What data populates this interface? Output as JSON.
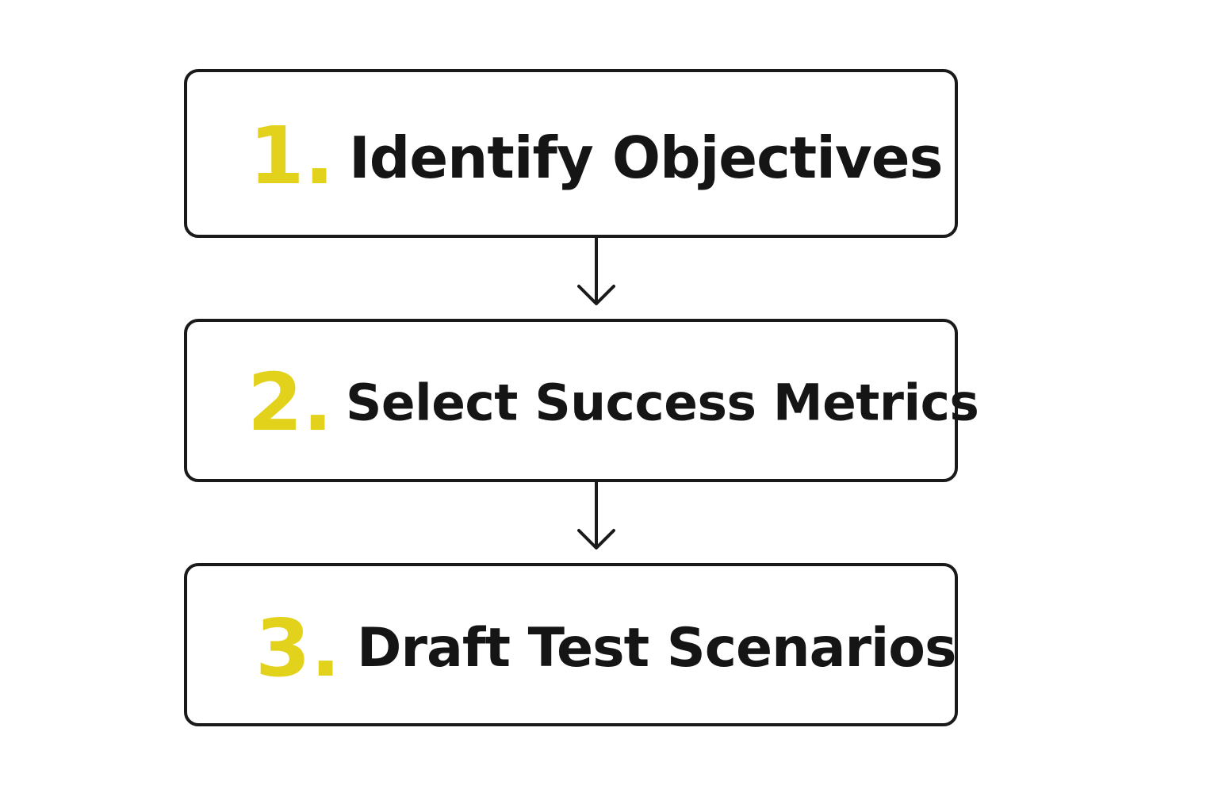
{
  "colors": {
    "number": "#e3d21b",
    "text": "#151515",
    "border": "#1a1a1a",
    "background": "#ffffff"
  },
  "steps": [
    {
      "number": "1.",
      "label": "Identify Objectives"
    },
    {
      "number": "2.",
      "label": "Select Success Metrics"
    },
    {
      "number": "3.",
      "label": "Draft Test Scenarios"
    }
  ],
  "connectors": [
    {
      "icon": "arrow-down-icon"
    },
    {
      "icon": "arrow-down-icon"
    }
  ]
}
